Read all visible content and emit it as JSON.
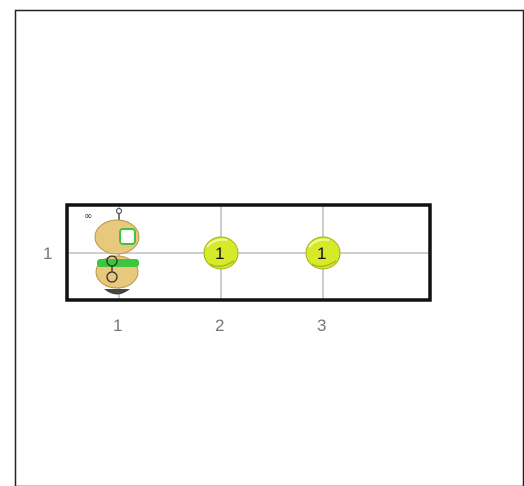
{
  "world": {
    "rows": 1,
    "columns": 3,
    "row_labels": [
      "1"
    ],
    "column_labels": [
      "1",
      "2",
      "3"
    ],
    "colors": {
      "wall": "#111111",
      "grid": "#bdbdbd",
      "beeper": "#d7ea2a",
      "beeper_shadow": "#9fb018",
      "robot_body": "#e8c87c",
      "robot_belt": "#3dc63d",
      "robot_base": "#444444"
    }
  },
  "robot": {
    "icon": "karel-robot-icon",
    "column": 1,
    "row": 1,
    "beeper_bag_label": "∞"
  },
  "beepers": [
    {
      "column": 2,
      "row": 1,
      "count": "1"
    },
    {
      "column": 3,
      "row": 1,
      "count": "1"
    }
  ]
}
